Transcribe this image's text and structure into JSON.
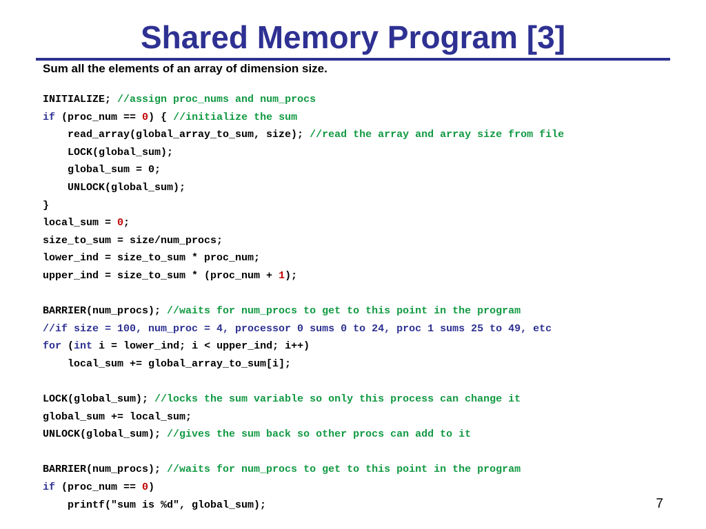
{
  "slide": {
    "title": "Shared Memory Program [3]",
    "subtitle": "Sum all the elements of an array of dimension size.",
    "page_number": "7",
    "colors": {
      "title": "#2e3192",
      "keyword": "#2e3192",
      "comment": "#119942",
      "number": "#c00000",
      "text": "#000000"
    }
  },
  "code": {
    "lines": [
      [
        {
          "t": "INITIALIZE; ",
          "c": "txt"
        },
        {
          "t": "//assign proc_nums and num_procs",
          "c": "com"
        }
      ],
      [
        {
          "t": "if",
          "c": "kw"
        },
        {
          "t": " (proc_num == ",
          "c": "txt"
        },
        {
          "t": "0",
          "c": "num"
        },
        {
          "t": ") { ",
          "c": "txt"
        },
        {
          "t": "//initialize the sum",
          "c": "com"
        }
      ],
      [
        {
          "t": "    read_array(global_array_to_sum, size); ",
          "c": "txt"
        },
        {
          "t": "//read the array and array size from file",
          "c": "com"
        }
      ],
      [
        {
          "t": "    LOCK(global_sum);",
          "c": "txt"
        }
      ],
      [
        {
          "t": "    global_sum = 0;",
          "c": "txt"
        }
      ],
      [
        {
          "t": "    UNLOCK(global_sum);",
          "c": "txt"
        }
      ],
      [
        {
          "t": "}",
          "c": "txt"
        }
      ],
      [
        {
          "t": "local_sum = ",
          "c": "txt"
        },
        {
          "t": "0",
          "c": "num"
        },
        {
          "t": ";",
          "c": "txt"
        }
      ],
      [
        {
          "t": "size_to_sum = size/num_procs;",
          "c": "txt"
        }
      ],
      [
        {
          "t": "lower_ind = size_to_sum * proc_num;",
          "c": "txt"
        }
      ],
      [
        {
          "t": "upper_ind = size_to_sum * (proc_num + ",
          "c": "txt"
        },
        {
          "t": "1",
          "c": "num"
        },
        {
          "t": ");",
          "c": "txt"
        }
      ],
      [],
      [
        {
          "t": "BARRIER(num_procs); ",
          "c": "txt"
        },
        {
          "t": "//waits for num_procs to get to this point in the program",
          "c": "com"
        }
      ],
      [
        {
          "t": "//if size = 100, num_proc = 4, processor 0 sums 0 to 24, proc 1 sums 25 to 49, etc",
          "c": "kw"
        }
      ],
      [
        {
          "t": "for",
          "c": "kw"
        },
        {
          "t": " (",
          "c": "txt"
        },
        {
          "t": "int",
          "c": "kw"
        },
        {
          "t": " i = lower_ind; i < upper_ind; i++)",
          "c": "txt"
        }
      ],
      [
        {
          "t": "    local_sum += global_array_to_sum[i];",
          "c": "txt"
        }
      ],
      [],
      [
        {
          "t": "LOCK(global_sum); ",
          "c": "txt"
        },
        {
          "t": "//locks the sum variable so only this process can change it",
          "c": "com"
        }
      ],
      [
        {
          "t": "global_sum += local_sum;",
          "c": "txt"
        }
      ],
      [
        {
          "t": "UNLOCK(global_sum); ",
          "c": "txt"
        },
        {
          "t": "//gives the sum back so other procs can add to it",
          "c": "com"
        }
      ],
      [],
      [
        {
          "t": "BARRIER(num_procs); ",
          "c": "txt"
        },
        {
          "t": "//waits for num_procs to get to this point in the program",
          "c": "com"
        }
      ],
      [
        {
          "t": "if",
          "c": "kw"
        },
        {
          "t": " (proc_num == ",
          "c": "txt"
        },
        {
          "t": "0",
          "c": "num"
        },
        {
          "t": ")",
          "c": "txt"
        }
      ],
      [
        {
          "t": "    printf(\"sum is %d\", global_sum);",
          "c": "txt"
        }
      ]
    ]
  }
}
